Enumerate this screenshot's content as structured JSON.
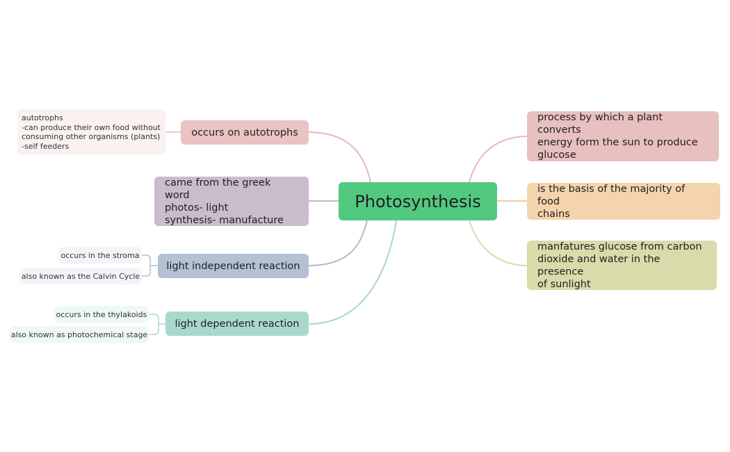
{
  "center": {
    "label": "Photosynthesis",
    "color": "#52c97f"
  },
  "right_branches": [
    {
      "label": "process by which a plant converts\nenergy form the sun to produce\nglucose",
      "color": "#e8c0c0",
      "line": "#e8b8b8"
    },
    {
      "label": "is the basis of the majority of food\nchains",
      "color": "#f4d4ad",
      "line": "#f3caa0"
    },
    {
      "label": "manfatures glucose from carbon\ndioxide and water in the presence\nof sunlight",
      "color": "#d8dcaa",
      "line": "#d7dca6"
    }
  ],
  "left_branches": [
    {
      "label": "occurs on autotrophs",
      "color": "#ebc3c3",
      "line": "#e8b8b8",
      "detail": {
        "label": "autotrophs\n-can produce their own food without\nconsuming other organisms (plants)\n-self feeders",
        "color": "#faf1f1"
      }
    },
    {
      "label": "came from the greek word\nphotos- light\nsynthesis- manufacture",
      "color": "#c9bccd",
      "line": "#c6b6cb"
    },
    {
      "label": "light independent reaction",
      "color": "#b3c1d4",
      "line": "#b0bdd0",
      "subs": [
        {
          "label": "occurs in the stroma"
        },
        {
          "label": "also known as the Calvin Cycle"
        }
      ],
      "sub_color": "#f2f4f8"
    },
    {
      "label": "light dependent reaction",
      "color": "#a9d9cd",
      "line": "#a6d8cb",
      "subs": [
        {
          "label": "occurs in the thylakoids"
        },
        {
          "label": "also known as photochemical stage"
        }
      ],
      "sub_color": "#eef8f5"
    }
  ]
}
